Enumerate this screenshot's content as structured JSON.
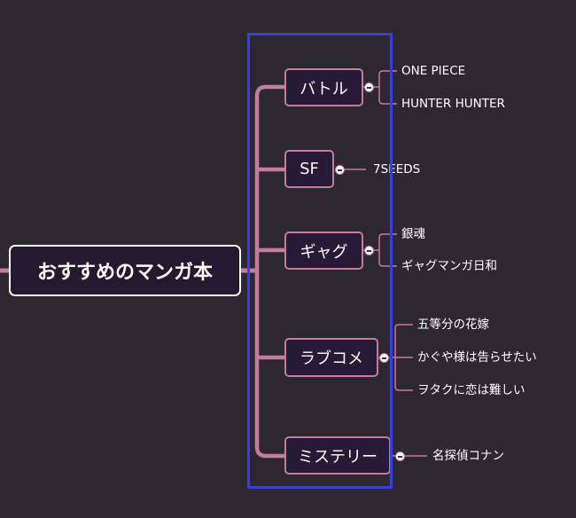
{
  "mindmap": {
    "root": {
      "label": "おすすめのマンガ本"
    },
    "categories": [
      {
        "label": "バトル",
        "leaves": [
          "ONE PIECE",
          "HUNTER HUNTER"
        ]
      },
      {
        "label": "SF",
        "leaves": [
          "7SEEDS"
        ]
      },
      {
        "label": "ギャグ",
        "leaves": [
          "銀魂",
          "ギャグマンガ日和"
        ]
      },
      {
        "label": "ラブコメ",
        "leaves": [
          "五等分の花嫁",
          "かぐや様は告らせたい",
          "ヲタクに恋は難しい"
        ]
      },
      {
        "label": "ミステリー",
        "leaves": [
          "名探偵コナン"
        ]
      }
    ]
  },
  "colors": {
    "background": "#2d2730",
    "branch": "#c67a9c",
    "selection": "#3b3fd6"
  }
}
